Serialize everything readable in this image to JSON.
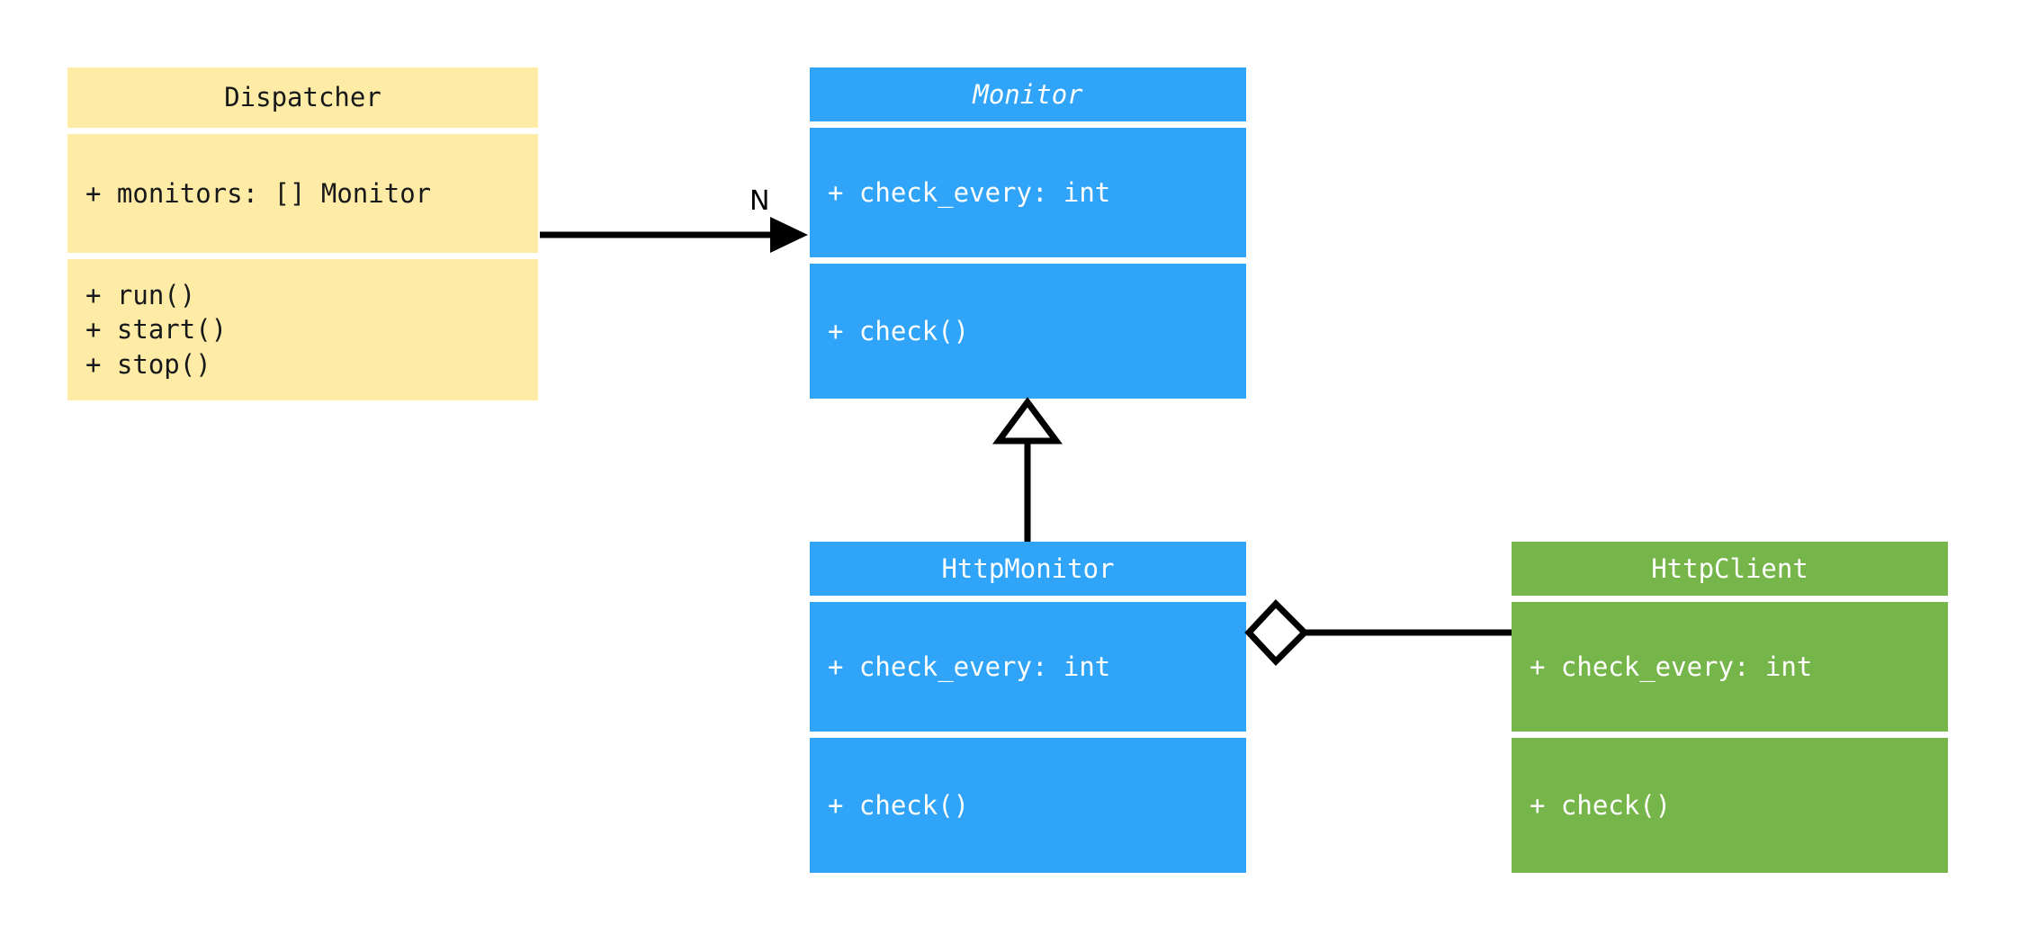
{
  "diagram": {
    "type": "uml-class-diagram",
    "background": "#ffffff",
    "colors": {
      "yellow_fill": "#fdeba6",
      "blue_fill": "#2fa4f8",
      "green_fill": "#76b54a",
      "dark_text": "#17181a",
      "light_text": "#ffffff",
      "edge_stroke": "#000000"
    }
  },
  "classes": {
    "dispatcher": {
      "name": "Dispatcher",
      "abstract": false,
      "theme": "yellow",
      "attributes": [
        "+ monitors: [] Monitor"
      ],
      "methods": [
        "+ run()",
        "+ start()",
        "+ stop()"
      ]
    },
    "monitor": {
      "name": "Monitor",
      "abstract": true,
      "theme": "blue",
      "attributes": [
        "+ check_every: int"
      ],
      "methods": [
        "+ check()"
      ]
    },
    "http_monitor": {
      "name": "HttpMonitor",
      "abstract": false,
      "theme": "blue",
      "attributes": [
        "+ check_every: int"
      ],
      "methods": [
        "+ check()"
      ]
    },
    "http_client": {
      "name": "HttpClient",
      "abstract": false,
      "theme": "green",
      "attributes": [
        "+ check_every: int"
      ],
      "methods": [
        "+ check()"
      ]
    }
  },
  "relations": {
    "dispatcher_to_monitor": {
      "kind": "association",
      "from": "Dispatcher",
      "to": "Monitor",
      "label": "N",
      "arrowhead": "filled-arrow"
    },
    "http_monitor_to_monitor": {
      "kind": "generalization",
      "from": "HttpMonitor",
      "to": "Monitor",
      "label": "",
      "arrowhead": "hollow-triangle"
    },
    "http_monitor_to_http_client": {
      "kind": "aggregation",
      "from": "HttpMonitor",
      "to": "HttpClient",
      "label": "",
      "arrowhead": "hollow-diamond"
    }
  }
}
